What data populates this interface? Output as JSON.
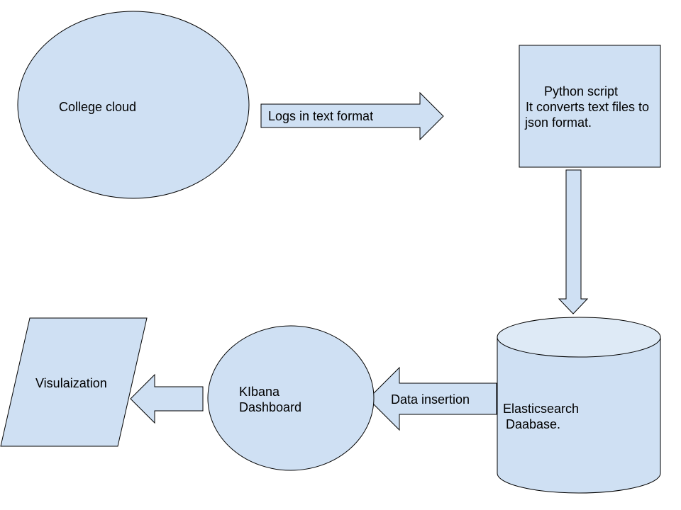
{
  "colors": {
    "fill": "#cfe0f3",
    "cylinder_top": "#deeaf6",
    "stroke": "#000000",
    "text": "#000000"
  },
  "nodes": {
    "college_cloud": {
      "label": "College cloud"
    },
    "python_script": {
      "lines": [
        "Python script",
        "It converts text files to",
        "json format."
      ]
    },
    "elasticsearch": {
      "lines": [
        "Elasticsearch",
        "Daabase."
      ]
    },
    "kibana": {
      "lines": [
        "KIbana",
        "Dashboard"
      ]
    },
    "visualization": {
      "label": "Visulaization"
    }
  },
  "edges": {
    "logs": {
      "label": "Logs in text format"
    },
    "to_db": {
      "label": ""
    },
    "data_insertion": {
      "label": "Data insertion"
    },
    "to_viz": {
      "label": ""
    }
  }
}
